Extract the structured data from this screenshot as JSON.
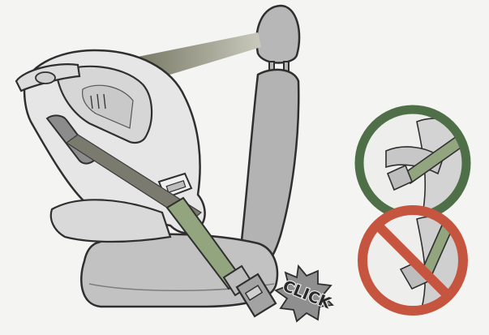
{
  "illustration": {
    "click_label": "CLICK",
    "colors": {
      "background": "#f4f4f3",
      "vehicle_seat": "#b5b5b5",
      "shoulder_belt": "#a8a99a",
      "lap_belt": "#8ea07c",
      "buckle": "#9a9a9a",
      "correct_ring": "#4f6f49",
      "incorrect_ring": "#c6553f",
      "outline": "#2f2f2f"
    },
    "insets": [
      {
        "name": "correct-routing",
        "symbol": "green-ring-icon"
      },
      {
        "name": "incorrect-routing",
        "symbol": "red-prohibition-icon"
      }
    ]
  }
}
